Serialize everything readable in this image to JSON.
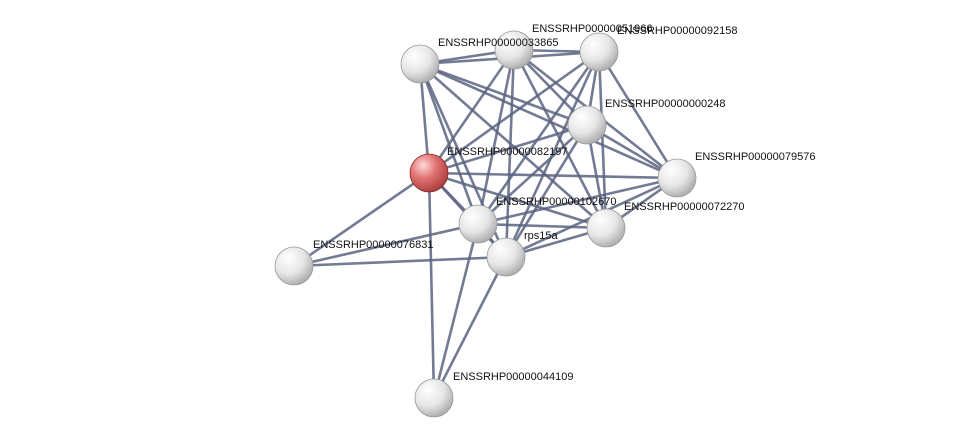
{
  "network": {
    "nodes": [
      {
        "id": "n_left_top",
        "label": "",
        "query": false
      },
      {
        "id": "n_33865",
        "label": "ENSSRHP00000033865",
        "query": false
      },
      {
        "id": "n_51966",
        "label": "ENSSRHP00000051966",
        "query": false
      },
      {
        "id": "n_92158",
        "label": "ENSSRHP00000092158",
        "query": false
      },
      {
        "id": "n_248",
        "label": "ENSSRHP00000000248",
        "query": false
      },
      {
        "id": "n_82197",
        "label": "ENSSRHP00000082197",
        "query": true
      },
      {
        "id": "n_79576",
        "label": "ENSSRHP00000079576",
        "query": false
      },
      {
        "id": "n_102670",
        "label": "ENSSRHP00000102670",
        "query": false
      },
      {
        "id": "n_72270",
        "label": "ENSSRHP00000072270",
        "query": false
      },
      {
        "id": "n_rps15a",
        "label": "rps15a",
        "query": false
      },
      {
        "id": "n_76831",
        "label": "ENSSRHP00000076831",
        "query": false
      },
      {
        "id": "n_44109",
        "label": "ENSSRHP00000044109",
        "query": false
      }
    ],
    "edges": [
      [
        "n_left_top",
        "n_51966"
      ],
      [
        "n_left_top",
        "n_92158"
      ],
      [
        "n_left_top",
        "n_248"
      ],
      [
        "n_left_top",
        "n_82197"
      ],
      [
        "n_left_top",
        "n_102670"
      ],
      [
        "n_left_top",
        "n_rps15a"
      ],
      [
        "n_left_top",
        "n_72270"
      ],
      [
        "n_left_top",
        "n_79576"
      ],
      [
        "n_51966",
        "n_92158"
      ],
      [
        "n_51966",
        "n_248"
      ],
      [
        "n_51966",
        "n_82197"
      ],
      [
        "n_51966",
        "n_102670"
      ],
      [
        "n_51966",
        "n_rps15a"
      ],
      [
        "n_51966",
        "n_72270"
      ],
      [
        "n_51966",
        "n_79576"
      ],
      [
        "n_92158",
        "n_248"
      ],
      [
        "n_92158",
        "n_82197"
      ],
      [
        "n_92158",
        "n_102670"
      ],
      [
        "n_92158",
        "n_rps15a"
      ],
      [
        "n_92158",
        "n_72270"
      ],
      [
        "n_92158",
        "n_79576"
      ],
      [
        "n_248",
        "n_82197"
      ],
      [
        "n_248",
        "n_102670"
      ],
      [
        "n_248",
        "n_rps15a"
      ],
      [
        "n_248",
        "n_72270"
      ],
      [
        "n_248",
        "n_79576"
      ],
      [
        "n_82197",
        "n_102670"
      ],
      [
        "n_82197",
        "n_rps15a"
      ],
      [
        "n_82197",
        "n_72270"
      ],
      [
        "n_82197",
        "n_79576"
      ],
      [
        "n_82197",
        "n_76831"
      ],
      [
        "n_82197",
        "n_44109"
      ],
      [
        "n_102670",
        "n_rps15a"
      ],
      [
        "n_102670",
        "n_72270"
      ],
      [
        "n_102670",
        "n_79576"
      ],
      [
        "n_102670",
        "n_76831"
      ],
      [
        "n_102670",
        "n_44109"
      ],
      [
        "n_rps15a",
        "n_72270"
      ],
      [
        "n_rps15a",
        "n_79576"
      ],
      [
        "n_rps15a",
        "n_76831"
      ],
      [
        "n_rps15a",
        "n_44109"
      ],
      [
        "n_72270",
        "n_79576"
      ]
    ],
    "colors": {
      "query_node": "#d9575a",
      "node": "#e8e8e8",
      "edge": "#5b6380"
    }
  }
}
